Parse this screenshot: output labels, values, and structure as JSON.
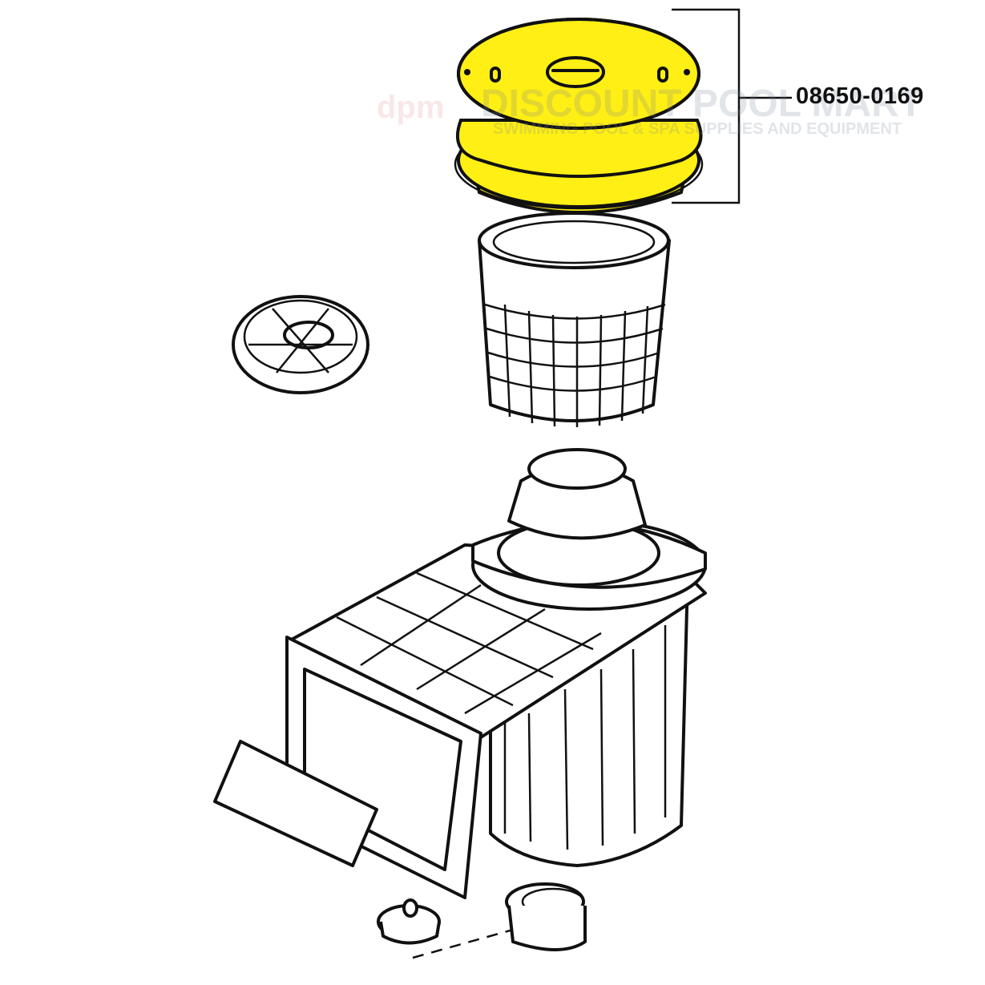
{
  "diagram": {
    "callout": {
      "part_number": "08650-0169"
    },
    "highlight_color": "#ffef14",
    "line_color": "#111111",
    "watermark": {
      "logo": "dpm",
      "name": "DISCOUNT POOL MART",
      "tagline": "SWIMMING POOL & SPA SUPPLIES AND EQUIPMENT"
    }
  }
}
